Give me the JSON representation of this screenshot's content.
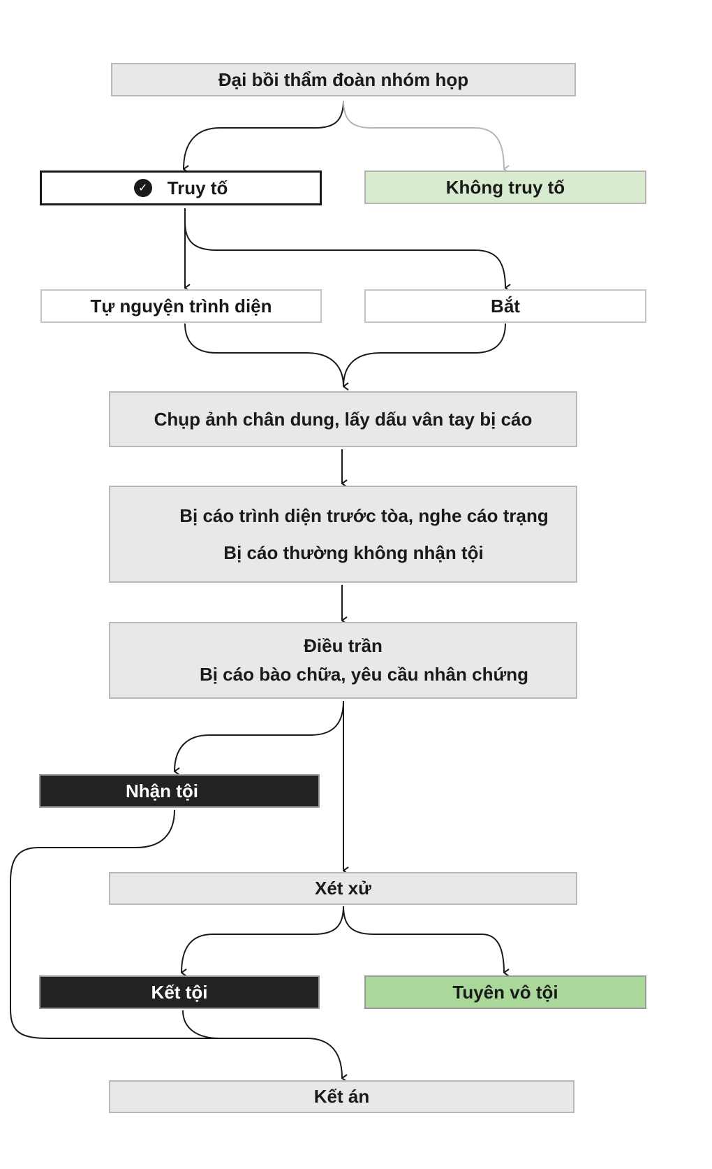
{
  "nodes": {
    "grand_jury": "Đại bồi thẩm đoàn nhóm họp",
    "indict": "Truy tố",
    "no_indict": "Không truy tố",
    "surrender": "Tự nguyện trình diện",
    "arrest": "Bắt",
    "booking": "Chụp ảnh chân dung, lấy dấu vân tay bị cáo",
    "arraignment_line1": "Bị cáo trình diện trước tòa, nghe cáo trạng",
    "arraignment_line2": "Bị cáo thường không nhận tội",
    "hearing_line1": "Điều trần",
    "hearing_line2": "Bị cáo bào chữa, yêu cầu nhân chứng",
    "plead_guilty": "Nhận tội",
    "trial": "Xét xử",
    "convicted": "Kết tội",
    "acquitted": "Tuyên vô tội",
    "sentencing": "Kết án"
  },
  "icons": {
    "indict_marker": "check-circle-icon"
  },
  "colors": {
    "gray_box": "#e8e8e8",
    "light_green": "#d9ebcf",
    "green": "#a9d89a",
    "black_box": "#222222",
    "arrow": "#1a1a1a",
    "faded_arrow": "#b5b5b5"
  }
}
